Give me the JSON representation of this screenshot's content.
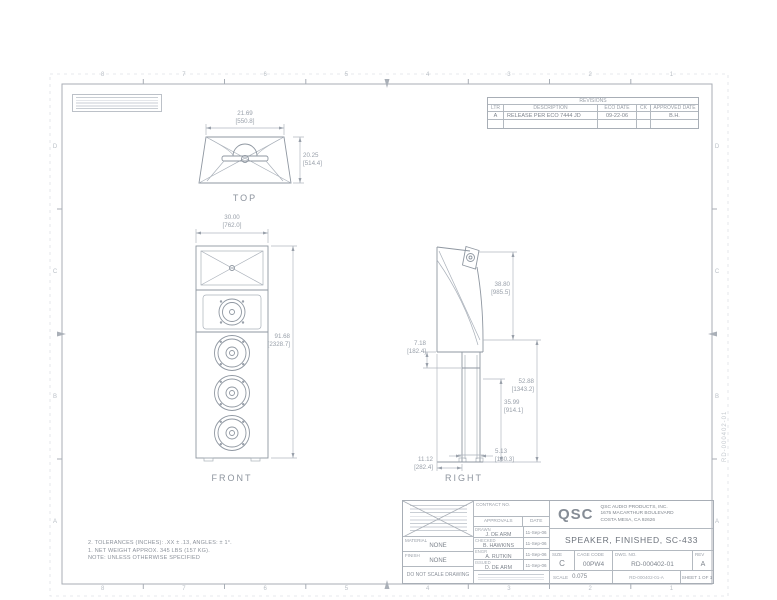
{
  "sheet": {
    "view_labels": {
      "top": "TOP",
      "front": "FRONT",
      "right": "RIGHT"
    },
    "dims": {
      "top_w_in": "21.69",
      "top_w_mm": "[550.8]",
      "top_d_in": "20.25",
      "top_d_mm": "[514.4]",
      "front_w_in": "30.00",
      "front_w_mm": "[762.0]",
      "front_h_in": "91.68",
      "front_h_mm": "[2328.7]",
      "right_a_in": "38.80",
      "right_a_mm": "[985.5]",
      "right_b_in": "7.18",
      "right_b_mm": "[182.4]",
      "right_c_in": "52.88",
      "right_c_mm": "[1343.2]",
      "right_d_in": "35.99",
      "right_d_mm": "[914.1]",
      "right_e_in": "11.12",
      "right_e_mm": "[282.4]",
      "right_f_in": "5.13",
      "right_f_mm": "[130.3]"
    }
  },
  "revisions": {
    "title": "REVISIONS",
    "columns": [
      "LTR",
      "DESCRIPTION",
      "ECO DATE",
      "CK",
      "APPROVED DATE"
    ],
    "row": {
      "ltr": "A",
      "description": "RELEASE PER ECO 7444  JD",
      "eco_date": "09-22-06",
      "ck": "",
      "approved": "B.H."
    }
  },
  "notes": {
    "line1": "2. TOLERANCES (INCHES): .XX ± .13, ANGLES: ± 1°.",
    "line2": "1. NET WEIGHT APPROX. 345 LBS (157 KG).",
    "line3": "NOTE: UNLESS OTHERWISE SPECIFIED"
  },
  "title_block": {
    "contract_label": "CONTRACT NO.",
    "approvals_label": "APPROVALS",
    "date_label": "DATE",
    "approvals": [
      {
        "role": "DRAWN",
        "name": "J. DE ARM",
        "date": "11-Sep-06"
      },
      {
        "role": "CHECKED",
        "name": "B. HAWKINS",
        "date": "11-Sep-06"
      },
      {
        "role": "ENGR",
        "name": "A. RUTKIN",
        "date": "11-Sep-06"
      },
      {
        "role": "ISSUED",
        "name": "D. DE ARM",
        "date": "11-Sep-06"
      }
    ],
    "material_label": "MATERIAL",
    "material_value": "NONE",
    "finish_label": "FINISH",
    "finish_value": "NONE",
    "no_scale": "DO NOT SCALE DRAWING",
    "company_logo": "QSC",
    "company_name": "QSC AUDIO PRODUCTS, INC.",
    "company_address1": "1675 MACARTHUR BOULEVARD",
    "company_address2": "COSTA MESA, CA  92626",
    "drawing_title": "SPEAKER, FINISHED, SC-433",
    "size_label": "SIZE",
    "size_value": "C",
    "cage_label": "CAGE CODE",
    "cage_value": "00PW4",
    "dwg_label": "DWG. NO.",
    "dwg_value": "RD-000402-01",
    "rev_label": "REV",
    "rev_value": "A",
    "scale_label": "SCALE",
    "scale_value": "0.075",
    "file_value": "RD-000402-01-A",
    "sheet_value": "SHEET  1 OF 1"
  },
  "margin": {
    "zones_h": [
      "8",
      "7",
      "6",
      "5",
      "4",
      "3",
      "2",
      "1"
    ],
    "zones_v": [
      "D",
      "C",
      "B",
      "A"
    ],
    "vertical_dwg_no": "RD-000402-01"
  }
}
